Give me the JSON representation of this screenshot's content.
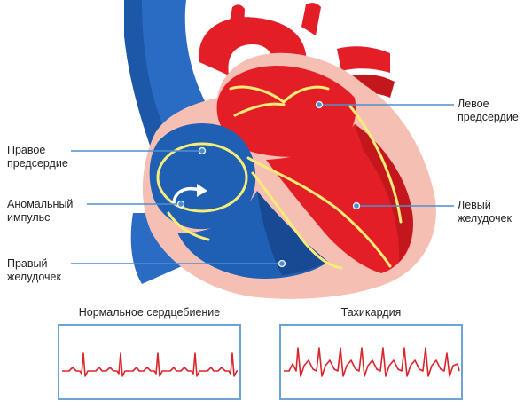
{
  "labels": {
    "right_atrium": [
      "Правое",
      "предсердие"
    ],
    "abnormal_impulse": [
      "Аномальный",
      "импульс"
    ],
    "right_ventricle": [
      "Правый",
      "желудочек"
    ],
    "left_atrium": [
      "Левое",
      "предсердие"
    ],
    "left_ventricle": [
      "Левый",
      "желудочек"
    ]
  },
  "ecg": {
    "normal_title": "Нормальное сердцебиение",
    "tachy_title": "Тахикардия"
  },
  "colors": {
    "blood_blue": "#1f5fb4",
    "blood_blue_dark": "#174a93",
    "blood_red": "#e41e26",
    "blood_red_dark": "#c4161d",
    "wall_pink": "#f6bfb3",
    "conduction_yellow": "#f7ec78",
    "leader_line": "#4f8fd1",
    "ecg_frame": "#6ea3d6",
    "ecg_trace": "#d9262c"
  }
}
